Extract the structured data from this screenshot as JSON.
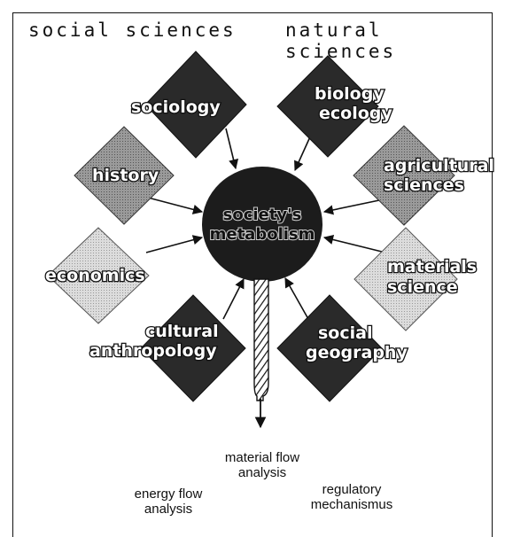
{
  "headers": {
    "left": "social sciences",
    "right": "natural sciences"
  },
  "center": {
    "line1": "society's",
    "line2": "metabolism"
  },
  "disciplines": {
    "sociology": [
      "sociology"
    ],
    "biology": [
      "biology",
      "ecology"
    ],
    "history": [
      "history"
    ],
    "agricultural": [
      "agricultural",
      "sciences"
    ],
    "economics": [
      "economics"
    ],
    "materials": [
      "materials",
      "science"
    ],
    "cultural": [
      "cultural",
      "anthropology"
    ],
    "social_geo": [
      "social",
      "geography"
    ]
  },
  "outputs": {
    "material_flow": "material flow\nanalysis",
    "energy_flow": "energy flow\nanalysis",
    "regulatory": "regulatory\nmechanismus"
  },
  "colors": {
    "dark_diamond": "#2a2a2a",
    "mid_diamond": "#8a8a8a",
    "light_diamond": "#d2d2d2",
    "center_circle": "#1c1c1c",
    "line": "#111111"
  }
}
